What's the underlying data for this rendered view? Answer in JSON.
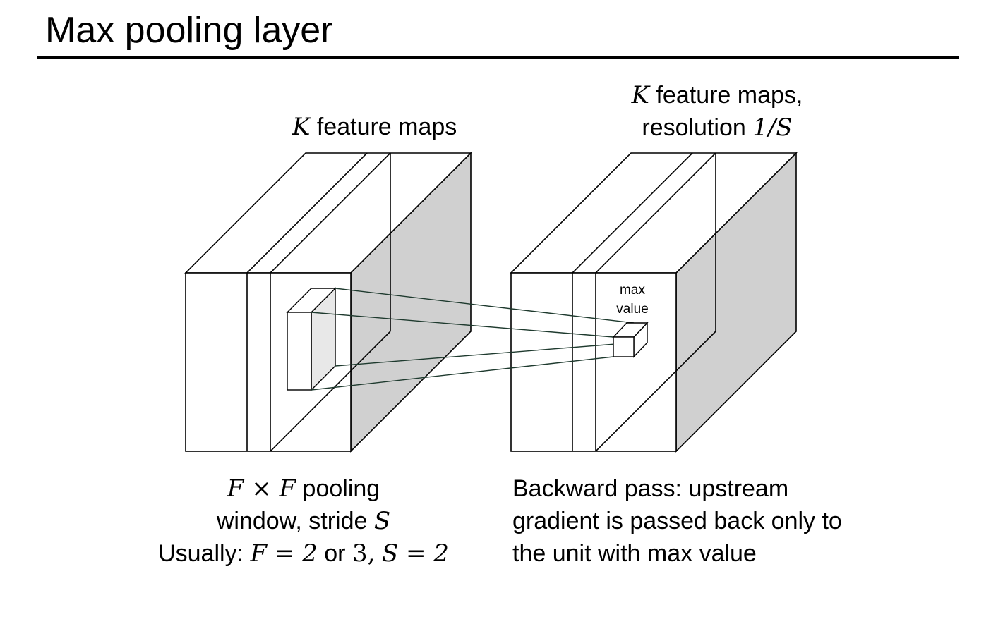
{
  "title": "Max pooling layer",
  "input_block": {
    "label_math": "K",
    "label_text": "feature maps"
  },
  "output_block": {
    "label_line1_math": "K",
    "label_line1_text": "feature maps,",
    "label_line2_text": "resolution",
    "label_line2_math": "1/S"
  },
  "max_value_label": {
    "line1": "max",
    "line2": "value"
  },
  "pooling_caption": {
    "line1_math": "F × F",
    "line1_text": "pooling",
    "line2_text": "window, stride",
    "line2_math": "S",
    "line3_prefix": "Usually:",
    "line3_f_eq": "F = 2",
    "line3_or": "or",
    "line3_three": "3,",
    "line3_s_eq": "S = 2"
  },
  "backward_caption": {
    "lines": [
      "Backward pass: upstream",
      "gradient is passed back only to",
      "the unit with max value"
    ]
  },
  "colors": {
    "side_face": "#d0d0d0",
    "window_side": "#e8e8e8",
    "lines": "#1e3a2e"
  }
}
